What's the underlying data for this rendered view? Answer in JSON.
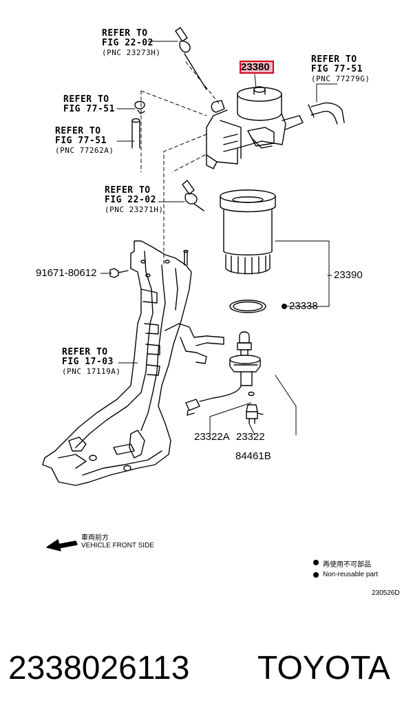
{
  "labels": {
    "ref_a": [
      "REFER TO",
      "FIG 22-02",
      "(PNC 23273H)"
    ],
    "ref_b": [
      "REFER TO",
      "FIG 77-51",
      "(PNC 77279G)"
    ],
    "ref_c": [
      "REFER TO",
      "FIG 77-51"
    ],
    "ref_d": [
      "REFER TO",
      "FIG 77-51",
      "(PNC 77262A)"
    ],
    "ref_e": [
      "REFER TO",
      "FIG 22-02",
      "(PNC 23271H)"
    ],
    "ref_f": [
      "REFER TO",
      "FIG 17-03",
      "(PNC 17119A)"
    ]
  },
  "parts": {
    "highlighted": "23380",
    "bolt": "91671-80612",
    "filter": "23390",
    "oring": "23338",
    "p23322a": "23322A",
    "p23322": "23322",
    "p84461b": "84461B"
  },
  "direction": {
    "jp": "車両前方",
    "en": "VEHICLE FRONT SIDE"
  },
  "legend": {
    "jp": "再使用不可部品",
    "en": "Non-reusable part"
  },
  "diagram_code": "230526D",
  "footer": {
    "part_number": "2338026113",
    "brand": "TOYOTA"
  }
}
